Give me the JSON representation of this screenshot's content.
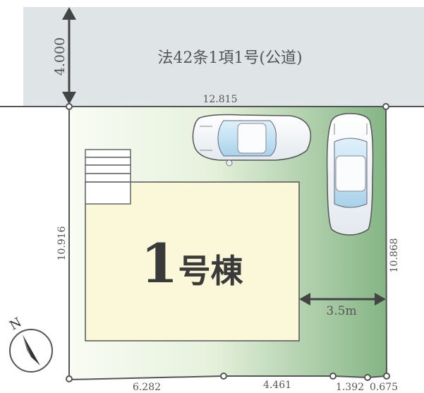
{
  "road": {
    "label": "法42条1項1号(公道)",
    "width_label": "4.000"
  },
  "lot": {
    "top_edge": "12.815",
    "left_edge": "10.916",
    "right_edge": "10.868",
    "bottom_edges": [
      "6.282",
      "4.461",
      "1.392",
      "0.675"
    ]
  },
  "building": {
    "number": "1",
    "label": "号棟"
  },
  "setback": {
    "label": "3.5m"
  },
  "compass": {
    "north_label": "N"
  },
  "colors": {
    "road": "#dfe5e6",
    "building": "#faf8d9",
    "lot_gradient_light": "#f7fbef",
    "lot_gradient_dark": "#86b686",
    "stair": "#ffffff"
  }
}
